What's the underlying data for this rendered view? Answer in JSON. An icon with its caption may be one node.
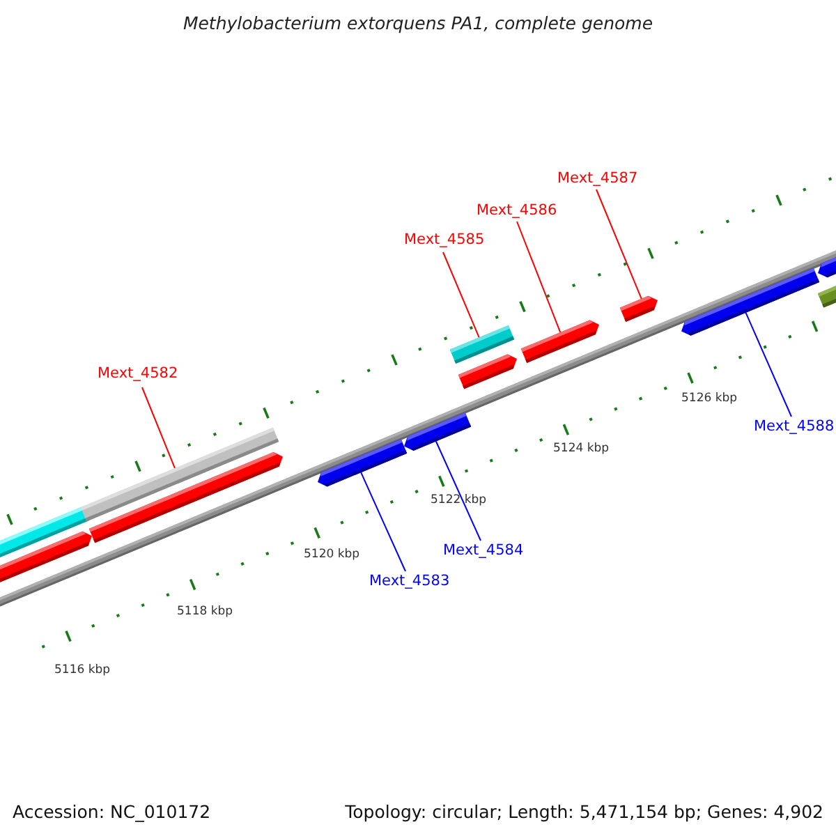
{
  "diagram": {
    "title": "Methylobacterium extorquens PA1, complete genome",
    "nodes": [
      {
        "text": [
          "Mext_4582"
        ]
      },
      {
        "text": [
          "Mext_4585"
        ]
      },
      {
        "text": [
          "Mext_4586"
        ]
      },
      {
        "text": [
          "Mext_4587"
        ]
      },
      {
        "text": [
          "Mext_4583"
        ]
      },
      {
        "text": [
          "Mext_4584"
        ]
      },
      {
        "text": [
          "Mext_4588"
        ]
      },
      {
        "text": [],
        "shape": "bar"
      },
      {
        "text": [],
        "shape": "bar"
      },
      {
        "text": [],
        "shape": "bar"
      },
      {
        "text": [],
        "shape": "bar"
      },
      {
        "text": [],
        "shape": "bar"
      },
      {
        "text": [],
        "shape": "bar"
      },
      {
        "text": [],
        "shape": "bar"
      },
      {
        "text": [],
        "shape": "bar"
      },
      {
        "text": [],
        "shape": "bar"
      },
      {
        "text": [],
        "shape": "bar"
      },
      {
        "text": [],
        "shape": "bar"
      },
      {
        "text": [],
        "shape": "bar"
      },
      {
        "text": [],
        "shape": "bar"
      }
    ],
    "edges": [
      {
        "from": 0,
        "to": 9,
        "arrow": "none"
      },
      {
        "from": 1,
        "to": 13,
        "arrow": "none"
      },
      {
        "from": 2,
        "to": 15,
        "arrow": "none"
      },
      {
        "from": 3,
        "to": 16,
        "arrow": "none"
      },
      {
        "from": 4,
        "to": 11,
        "arrow": "none",
        "color": "#0000ff"
      },
      {
        "from": 5,
        "to": 12,
        "arrow": "none",
        "color": "#0000ff"
      },
      {
        "from": 6,
        "to": 17,
        "arrow": "none",
        "color": "#0000ff"
      }
    ],
    "labels": [
      "5126 kbp",
      "5124 kbp",
      "5122 kbp",
      "5120 kbp",
      "5118 kbp",
      "5116 kbp",
      "Accession: NC_010172",
      "Topology: circular; Length: 5,471,154 bp; Genes: 4,902"
    ]
  }
}
